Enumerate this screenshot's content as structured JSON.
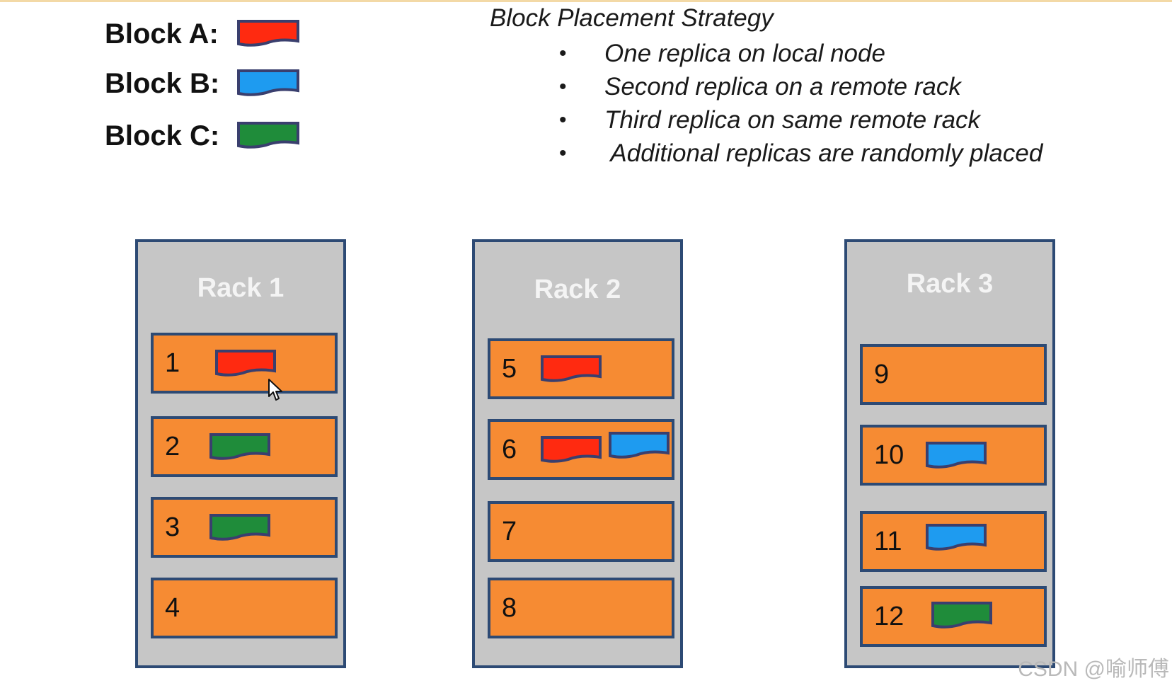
{
  "legend": {
    "items": [
      {
        "label": "Block A:",
        "color": "#ff2a10"
      },
      {
        "label": "Block B:",
        "color": "#1e9bf0"
      },
      {
        "label": "Block C:",
        "color": "#1f8c3a"
      }
    ]
  },
  "strategy": {
    "title": "Block Placement Strategy",
    "bullet": "•",
    "items": [
      "One replica on local node",
      "Second replica on a remote rack",
      "Third replica on same remote rack",
      " Additional replicas are randomly placed"
    ]
  },
  "racks": [
    {
      "title": "Rack 1",
      "nodes": [
        {
          "number": "1",
          "blocks": [
            "A"
          ]
        },
        {
          "number": "2",
          "blocks": [
            "C"
          ]
        },
        {
          "number": "3",
          "blocks": [
            "C"
          ]
        },
        {
          "number": "4",
          "blocks": []
        }
      ]
    },
    {
      "title": "Rack 2",
      "nodes": [
        {
          "number": "5",
          "blocks": [
            "A"
          ]
        },
        {
          "number": "6",
          "blocks": [
            "A",
            "B"
          ]
        },
        {
          "number": "7",
          "blocks": []
        },
        {
          "number": "8",
          "blocks": []
        }
      ]
    },
    {
      "title": "Rack 3",
      "nodes": [
        {
          "number": "9",
          "blocks": []
        },
        {
          "number": "10",
          "blocks": [
            "B"
          ]
        },
        {
          "number": "11",
          "blocks": [
            "B"
          ]
        },
        {
          "number": "12",
          "blocks": [
            "C"
          ]
        }
      ]
    }
  ],
  "colors": {
    "rack_fill": "#c6c6c6",
    "node_fill": "#f68b33",
    "border": "#2d4a74",
    "block_outline": "#3a3f6e"
  },
  "watermark": "CSDN @喻师傅"
}
